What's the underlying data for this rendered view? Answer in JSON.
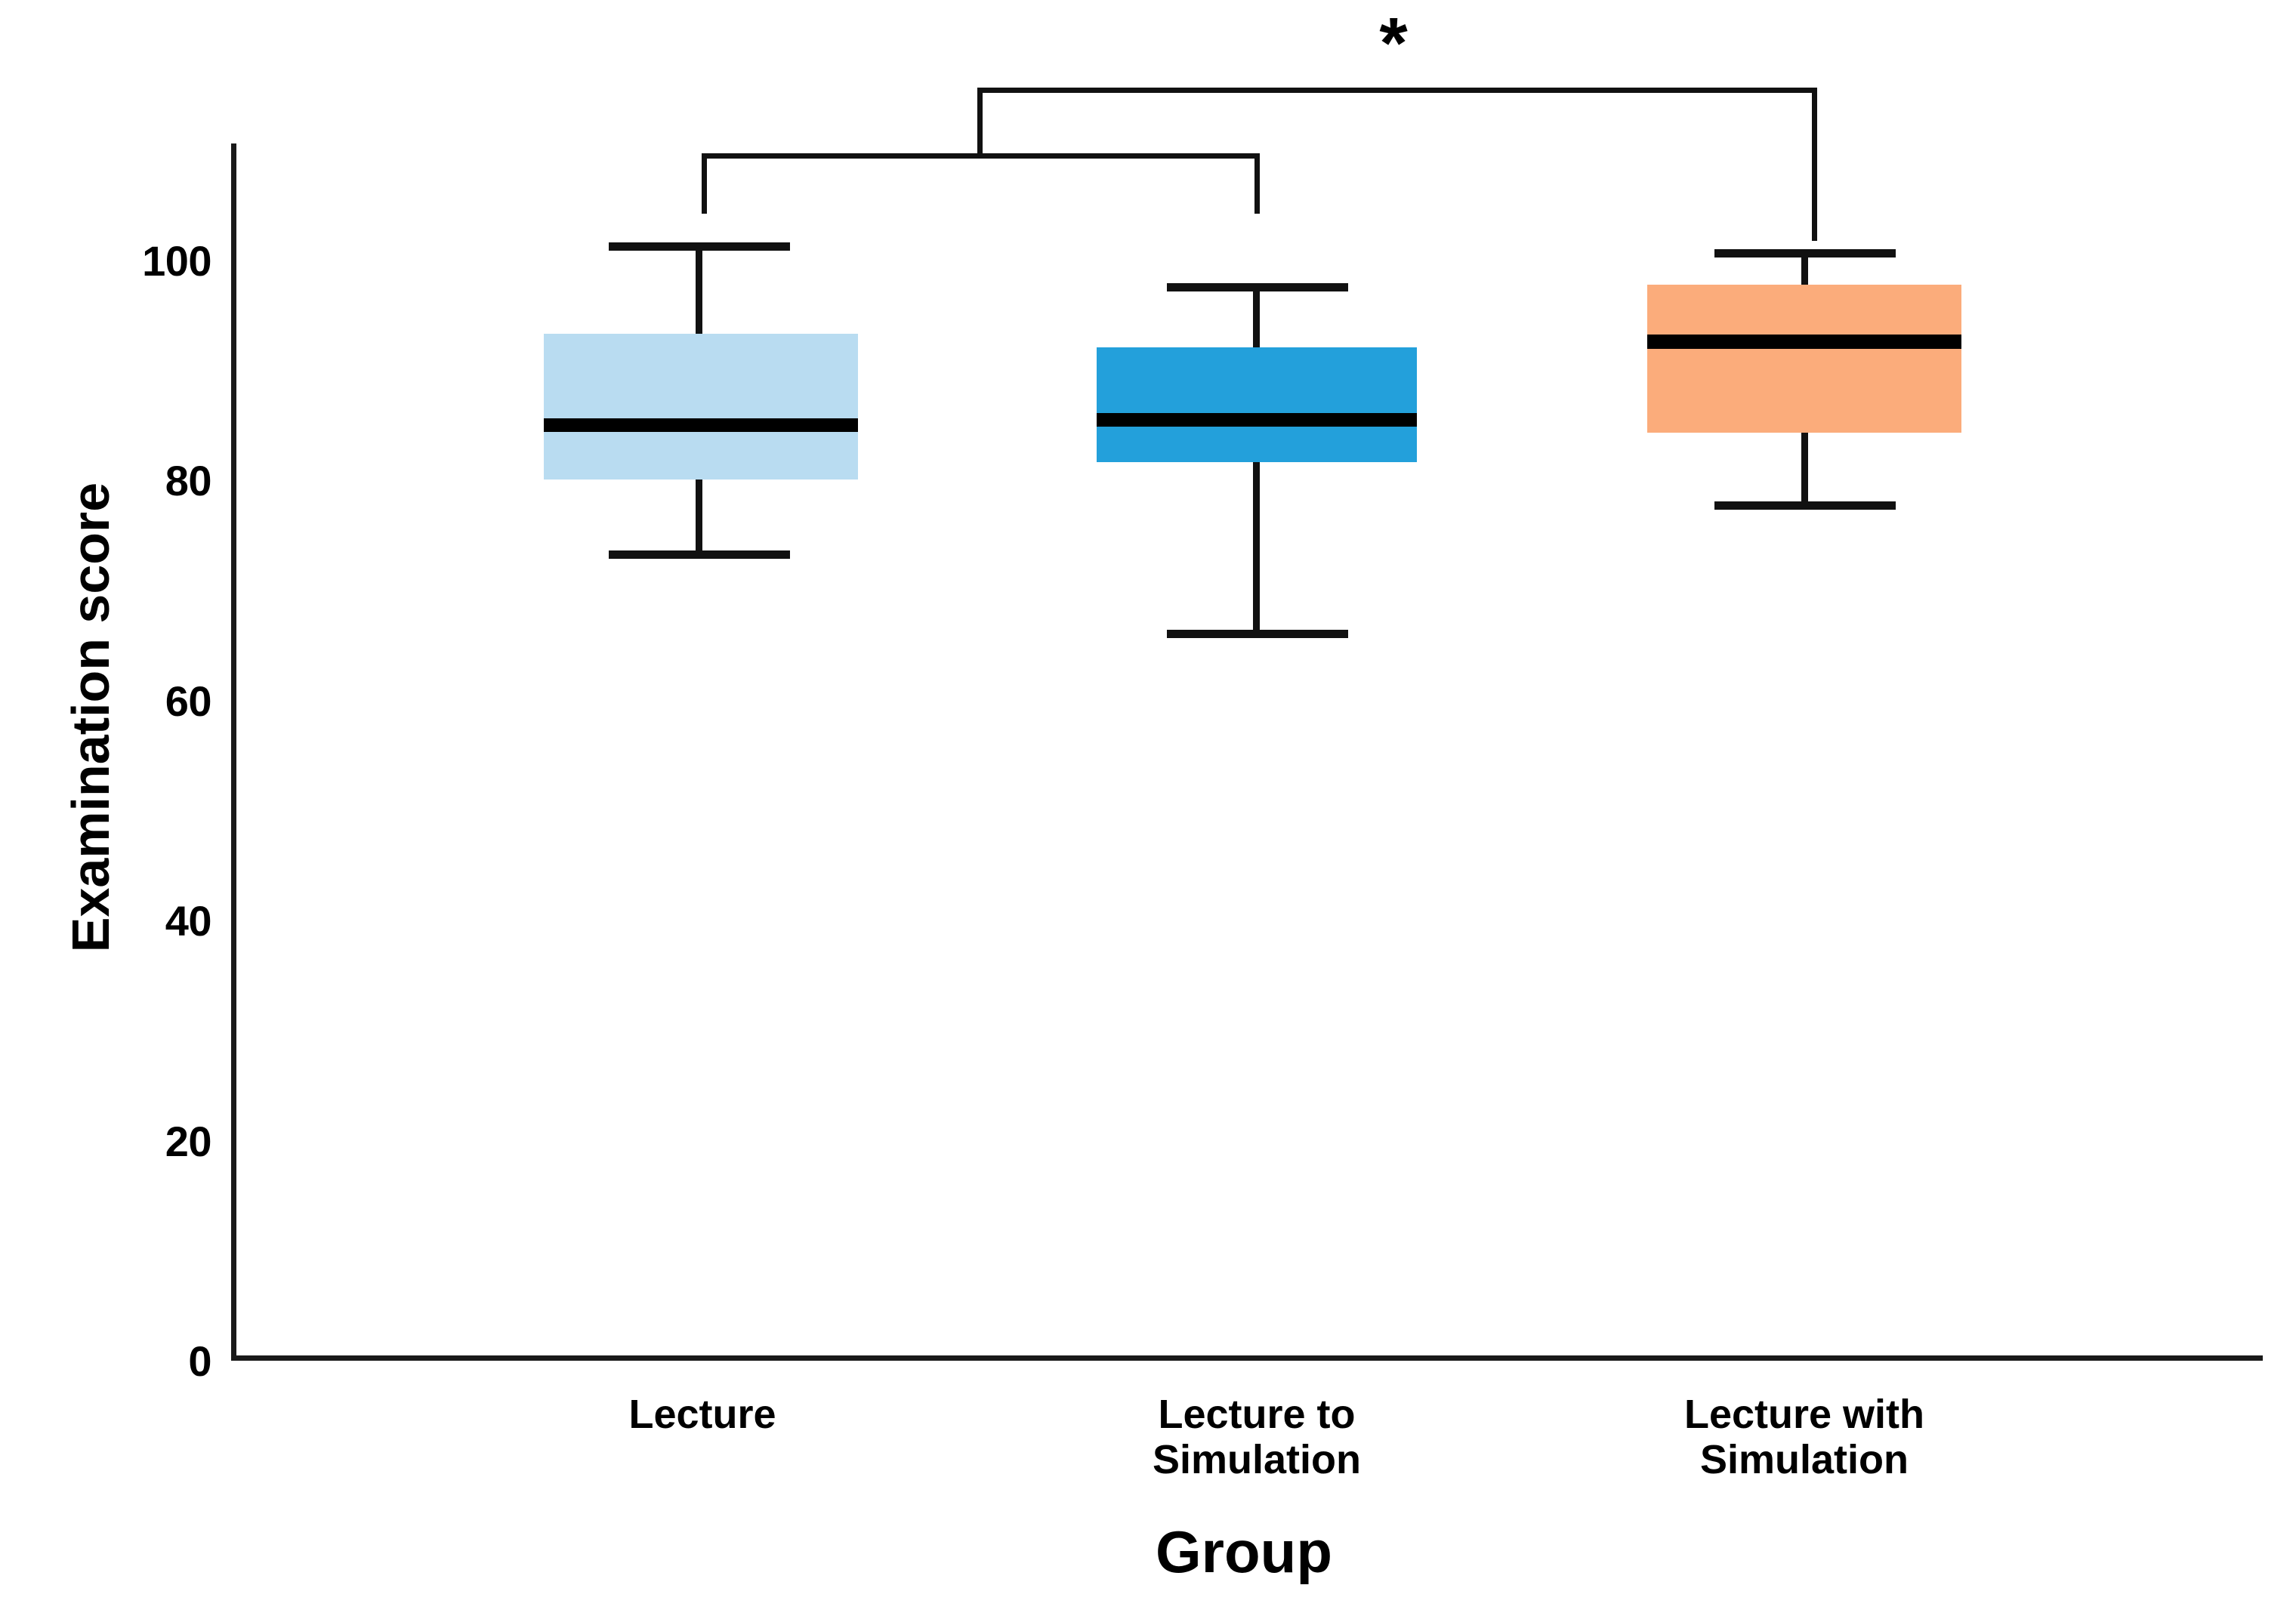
{
  "chart_data": {
    "type": "box",
    "title": "",
    "xlabel": "Group",
    "ylabel": "Examination score",
    "categories": [
      "Lecture",
      "Lecture to\nSimulation",
      "Lecture with\nSimulation"
    ],
    "category_labels": [
      {
        "line1": "Lecture",
        "line2": ""
      },
      {
        "line1": "Lecture to",
        "line2": "Simulation"
      },
      {
        "line1": "Lecture with",
        "line2": "Simulation"
      }
    ],
    "ylim": [
      0,
      110
    ],
    "yticks": [
      0,
      20,
      40,
      60,
      80,
      100
    ],
    "ytick_labels": [
      "0",
      "20",
      "40",
      "60",
      "80",
      "100"
    ],
    "grid": false,
    "legend": "none",
    "boxes": [
      {
        "name": "Lecture",
        "color": "#B9DCF1",
        "whisker_low": 68.8,
        "q1": 76.5,
        "median": 82.2,
        "q3": 91.7,
        "whisker_high": 100.7
      },
      {
        "name": "Lecture to Simulation",
        "color": "#23A0DB",
        "whisker_low": 65.5,
        "q1": 82.0,
        "median": 85.2,
        "q3": 91.7,
        "whisker_high": 97.5
      },
      {
        "name": "Lecture with Simulation",
        "color": "#FBAC7B",
        "whisker_low": 77.7,
        "q1": 84.7,
        "median": 92.5,
        "q3": 97.5,
        "whisker_high": 100.7
      }
    ],
    "annotations": [
      {
        "type": "significance-bracket",
        "label": "*",
        "compares": [
          "Lecture + Lecture to Simulation",
          "Lecture with Simulation"
        ]
      }
    ]
  },
  "axes": {
    "y_title": "Examination score",
    "x_title": "Group",
    "y_ticks": [
      "100",
      "80",
      "60",
      "40",
      "20",
      "0"
    ]
  },
  "significance": {
    "star": "*"
  },
  "colors": {
    "box1": "#B9DCF1",
    "box2": "#23A0DB",
    "box3": "#FBAC7B",
    "ink": "#111111",
    "background": "#FFFFFF"
  }
}
